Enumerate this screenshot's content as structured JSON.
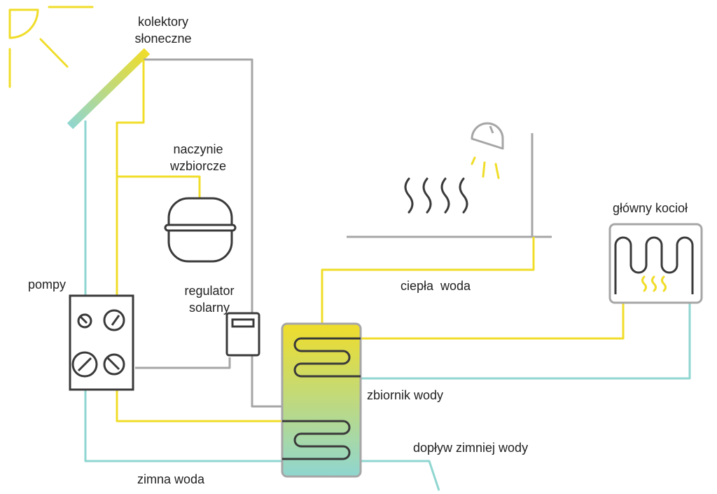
{
  "labels": {
    "collectors": [
      "kolektory",
      "słoneczne"
    ],
    "expansion": [
      "naczynie",
      "wzbiorcze"
    ],
    "pumps": "pompy",
    "regulator": [
      "regulator",
      "solarny"
    ],
    "hot_water": "ciepła  woda",
    "boiler": "główny kocioł",
    "tank": "zbiornik wody",
    "inflow": "dopływ zimniej wody",
    "cold_water": "zimna woda"
  },
  "colors": {
    "yellow": "#f0dd2a",
    "cyan": "#8fd6d0",
    "gray": "#a6a6a6",
    "dark": "#3a3a3a"
  }
}
